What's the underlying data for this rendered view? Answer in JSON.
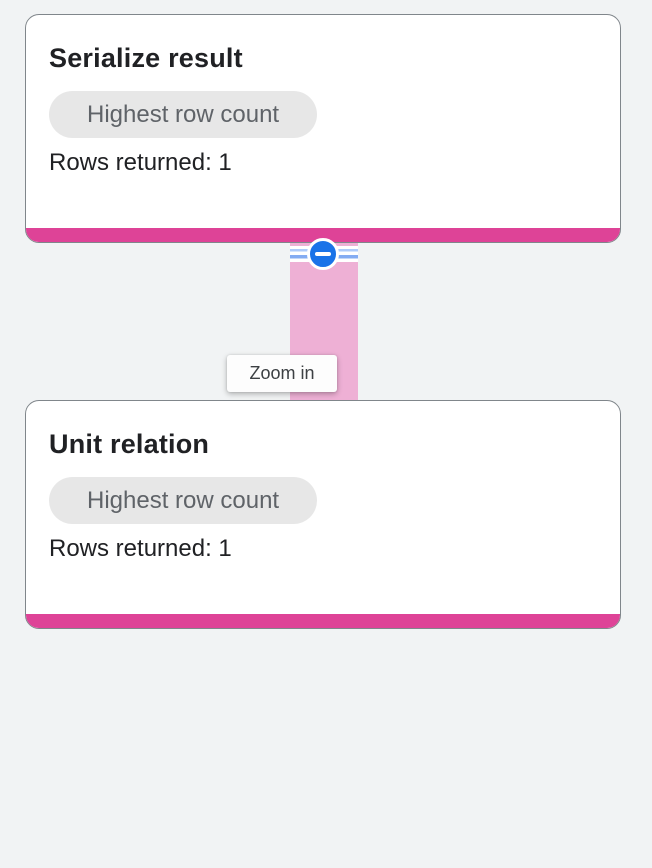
{
  "page": {
    "background_color": "#f1f3f4"
  },
  "graph": {
    "nodes": [
      {
        "title": "Serialize result",
        "badge_label": "Highest row count",
        "rows_text": "Rows returned: 1",
        "accent_color": "#de4397"
      },
      {
        "title": "Unit relation",
        "badge_label": "Highest row count",
        "rows_text": "Rows returned: 1",
        "accent_color": "#de4397"
      }
    ],
    "edge": {
      "color": "#eeb0d5",
      "collapse_icon": "minus-circle-icon",
      "button_color": "#1a73e8",
      "stripe_color": "#aecbfa"
    },
    "tooltip": {
      "label": "Zoom in"
    },
    "colors": {
      "node_border": "#80868b",
      "badge_background": "#e7e7e7",
      "badge_text": "#5f6368",
      "title_text": "#202124"
    }
  }
}
